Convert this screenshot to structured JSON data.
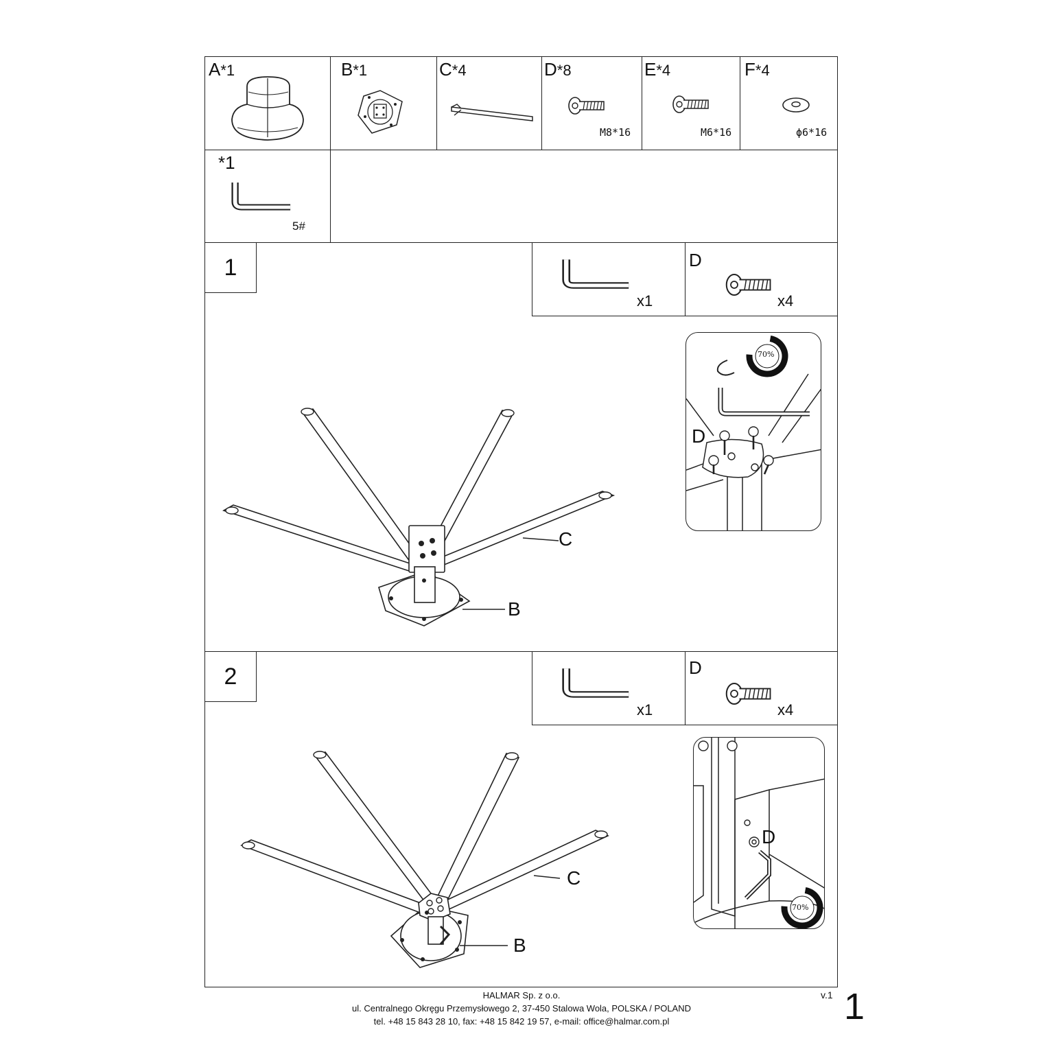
{
  "parts_table": {
    "parts": [
      {
        "letter": "A",
        "qty": "*1",
        "spec": "",
        "icon": "seat-icon"
      },
      {
        "letter": "B",
        "qty": "*1",
        "spec": "",
        "icon": "swivel-plate-icon"
      },
      {
        "letter": "C",
        "qty": "*4",
        "spec": "",
        "icon": "leg-icon"
      },
      {
        "letter": "D",
        "qty": "*8",
        "spec": "M8*16",
        "icon": "bolt-icon"
      },
      {
        "letter": "E",
        "qty": "*4",
        "spec": "M6*16",
        "icon": "bolt-icon"
      },
      {
        "letter": "F",
        "qty": "*4",
        "spec": "ϕ6*16",
        "icon": "washer-icon"
      }
    ],
    "tool": {
      "qty": "*1",
      "size": "5#",
      "icon": "allen-key-icon"
    }
  },
  "steps": [
    {
      "number": "1",
      "tool_qty": "x1",
      "hardware_letter": "D",
      "hardware_qty": "x4",
      "callout_leg": "C",
      "callout_plate": "B",
      "detail_label": "D",
      "torque": "70%"
    },
    {
      "number": "2",
      "tool_qty": "x1",
      "hardware_letter": "D",
      "hardware_qty": "x4",
      "callout_leg": "C",
      "callout_plate": "B",
      "detail_label": "D",
      "torque": "70%"
    }
  ],
  "footer": {
    "company": "HALMAR Sp. z o.o.",
    "address": "ul. Centralnego Okręgu Przemysłowego 2, 37-450 Stalowa Wola, POLSKA / POLAND",
    "contact": "tel. +48 15 843 28 10, fax: +48 15 842 19 57, e-mail: office@halmar.com.pl",
    "version": "v.1",
    "page": "1"
  }
}
